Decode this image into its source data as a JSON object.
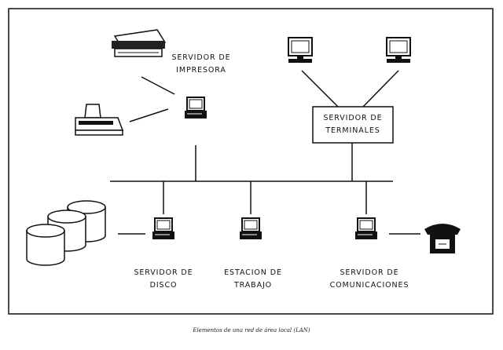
{
  "diagram": {
    "colors": {
      "ink": "#111111",
      "background": "#ffffff"
    },
    "labels": {
      "servidor_impresora": [
        "SERVIDOR DE",
        "IMPRESORA"
      ],
      "servidor_terminales": [
        "SERVIDOR DE",
        "TERMINALES"
      ],
      "servidor_disco": [
        "SERVIDOR DE",
        "DISCO"
      ],
      "estacion_trabajo": [
        "ESTACION DE",
        "TRABAJO"
      ],
      "servidor_comunicaciones": [
        "SERVIDOR DE",
        "COMUNICACIONES"
      ]
    },
    "icons": [
      "printer-icon",
      "desktop-computer-icon",
      "monitor-icon",
      "disk-storage-icon",
      "telephone-icon"
    ]
  },
  "caption": "Elementos de una red de área local (LAN)"
}
